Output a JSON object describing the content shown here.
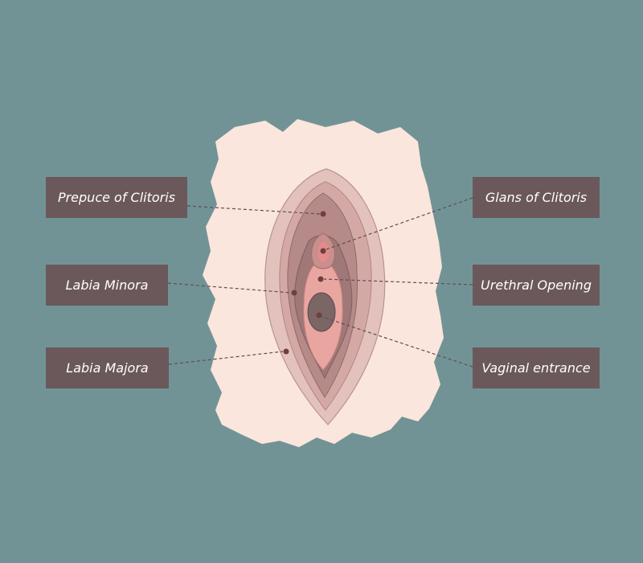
{
  "labels": {
    "prepuce_of_clitoris": "Prepuce of Clitoris",
    "labia_minora": "Labia Minora",
    "labia_majora": "Labia Majora",
    "glans_of_clitoris": "Glans of Clitoris",
    "urethral_opening": "Urethral Opening",
    "vaginal_entrance": "Vaginal entrance"
  },
  "colors": {
    "background": "#729396",
    "label_box": "#6b585a",
    "label_text": "#ffffff",
    "paper": "#fae6dc",
    "labia_majora": "#e3c2bd",
    "labia_majora_inner": "#d4a9a5",
    "labia_minora": "#b58a88",
    "labia_minora_dark": "#8f6c6b",
    "vestibule": "#e9a6a0",
    "vaginal_entrance": "#7a6665",
    "marker": "#6e3f40"
  }
}
